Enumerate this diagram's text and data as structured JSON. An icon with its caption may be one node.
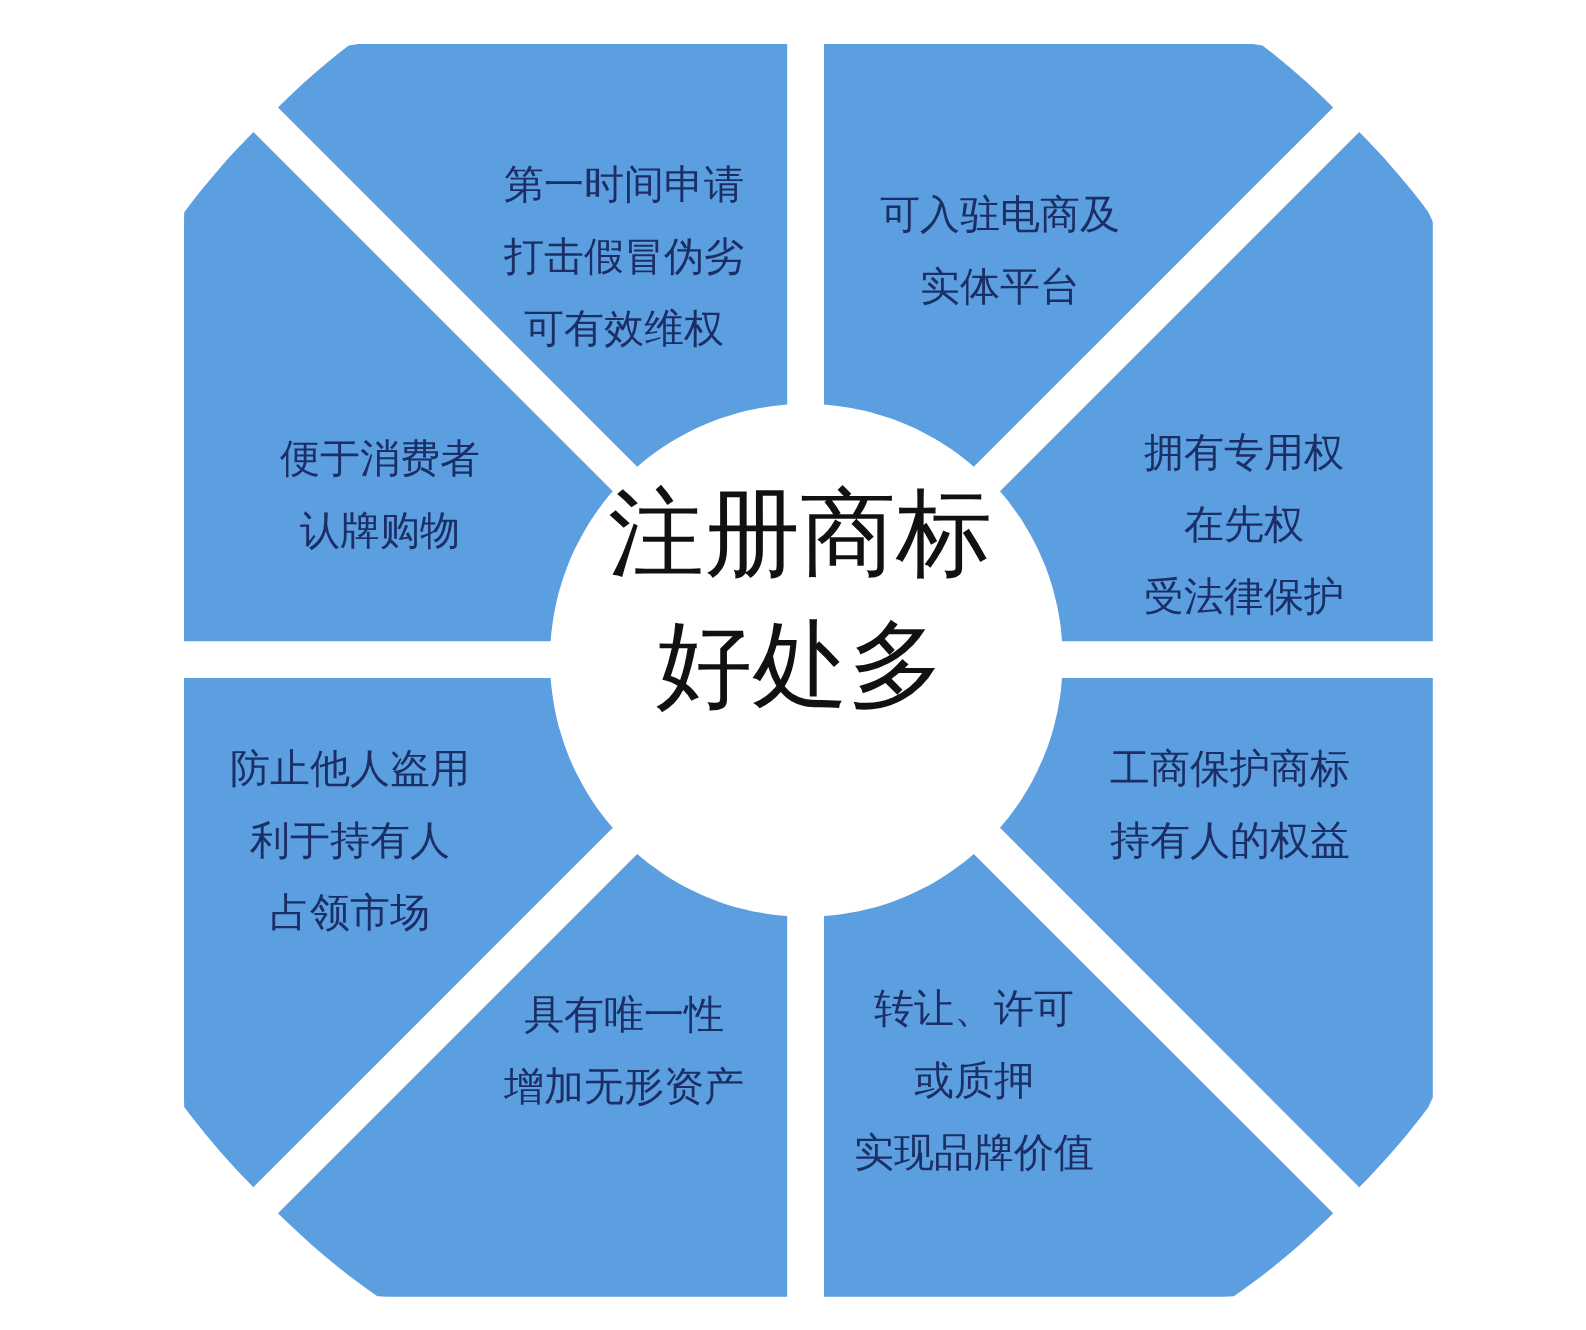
{
  "diagram": {
    "nodes": [
      {
        "text": [
          "注册商标好处多"
        ]
      },
      {
        "text": [
          "第一时间申请打击假冒伪劣可有效维权"
        ]
      },
      {
        "text": [
          "可入驻电商及实体平台"
        ]
      },
      {
        "text": [
          "拥有专用权在先权受法律保护"
        ]
      },
      {
        "text": [
          "工商保护商标持有人的权益"
        ]
      },
      {
        "text": [
          "转让、许可或质押实现品牌价值"
        ]
      },
      {
        "text": [
          "具有唯一性增加无形资产"
        ]
      },
      {
        "text": [
          "防止他人盗用利于持有人占领市场"
        ]
      },
      {
        "text": [
          "便于消费者认牌购物"
        ]
      }
    ]
  }
}
